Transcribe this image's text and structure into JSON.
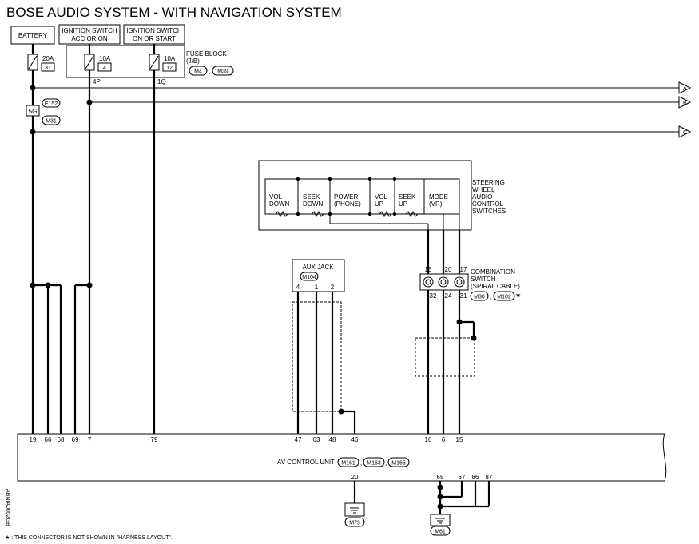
{
  "title": "BOSE AUDIO SYSTEM - WITH NAVIGATION SYSTEM",
  "power": {
    "battery": "BATTERY",
    "ign_acc_1": "IGNITION SWITCH",
    "ign_acc_2": "ACC OR ON",
    "ign_on_1": "IGNITION SWITCH",
    "ign_on_2": "ON OR START"
  },
  "fuses": {
    "f1_amp": "20A",
    "f1_num": "31",
    "f2_amp": "10A",
    "f2_num": "4",
    "f3_amp": "10A",
    "f3_num": "12",
    "block_1": "FUSE BLOCK",
    "block_2": "(J/B)",
    "conn_1": "M4",
    "conn_2": "M39",
    "sep": ",",
    "pin_4p": "4P",
    "pin_1q": "1Q"
  },
  "fusible_link": {
    "label": "5G",
    "conn_e": "E152",
    "conn_m": "M31"
  },
  "arrows": [
    "A",
    "B",
    "C"
  ],
  "steering": {
    "label_lines": [
      "STEERING",
      "WHEEL",
      "AUDIO",
      "CONTROL",
      "SWITCHES"
    ],
    "switches": [
      {
        "l1": "VOL",
        "l2": "DOWN"
      },
      {
        "l1": "SEEK",
        "l2": "DOWN"
      },
      {
        "l1": "POWER",
        "l2": "(PHONE)"
      },
      {
        "l1": "VOL",
        "l2": "UP"
      },
      {
        "l1": "SEEK",
        "l2": "UP"
      },
      {
        "l1": "MODE",
        "l2": "(VR)"
      }
    ]
  },
  "combination": {
    "label_lines": [
      "COMBINATION",
      "SWITCH",
      "(SPIRAL CABLE)"
    ],
    "top_pins": [
      "16",
      "20",
      "17"
    ],
    "bottom_pins": [
      "32",
      "24",
      "31"
    ],
    "conn_1": "M30",
    "conn_2": "M102",
    "star": "★"
  },
  "aux": {
    "label": "AUX JACK",
    "conn": "M104",
    "pins": [
      "4",
      "1",
      "2"
    ]
  },
  "av_unit": {
    "label": "AV CONTROL UNIT",
    "conn_1": "M161",
    "conn_2": "M163",
    "conn_3": "M165",
    "top_pins": [
      "19",
      "66",
      "68",
      "69",
      "7",
      "79",
      "47",
      "63",
      "48",
      "46",
      "16",
      "6",
      "15"
    ],
    "bottom_pins": [
      "20",
      "65",
      "67",
      "86",
      "87"
    ]
  },
  "grounds": [
    "M79",
    "M61"
  ],
  "side_code": "ABNIA0052GB",
  "footnote": "★ : THIS CONNECTOR IS NOT SHOWN IN \"HARNESS LAYOUT\"."
}
